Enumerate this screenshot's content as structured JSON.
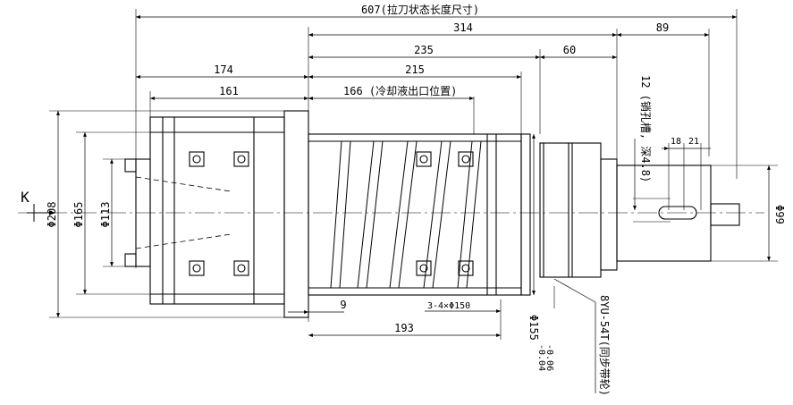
{
  "dimensions": {
    "overall_length": "607(拉刀状态长度尺寸)",
    "d314": "314",
    "d89": "89",
    "d235": "235",
    "d60": "60",
    "d174": "174",
    "d215": "215",
    "d161": "161",
    "d166": "166 (冷却液出口位置)",
    "d12": "12 (销孔槽, 深4.8)",
    "d18": "18",
    "d21": "21",
    "d9": "9",
    "holes": "3-4×Φ150",
    "d193": "193",
    "dia208": "Φ208",
    "dia165": "Φ165",
    "dia113": "Φ113",
    "dia99": "Φ99",
    "dia155": "Φ155",
    "tol_upper": "-0.04",
    "tol_lower": "-0.06",
    "pulley": "8YU-54T(同步带轮)"
  },
  "view_label": "K"
}
